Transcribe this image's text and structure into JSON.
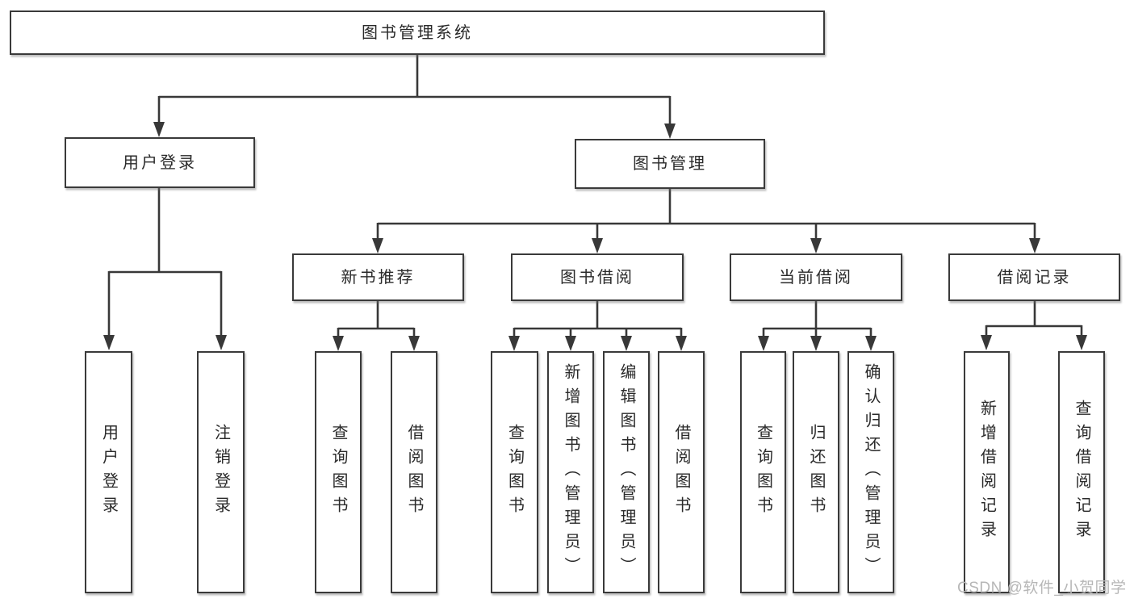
{
  "diagram_title": "图书管理系统",
  "tree": {
    "label": "图书管理系统",
    "children": [
      {
        "label": "用户登录",
        "children": [
          {
            "label": "用户登录"
          },
          {
            "label": "注销登录"
          }
        ]
      },
      {
        "label": "图书管理",
        "children": [
          {
            "label": "新书推荐",
            "children": [
              {
                "label": "查询图书"
              },
              {
                "label": "借阅图书"
              }
            ]
          },
          {
            "label": "图书借阅",
            "children": [
              {
                "label": "查询图书"
              },
              {
                "label": "新增图书（管理员）"
              },
              {
                "label": "编辑图书（管理员）"
              },
              {
                "label": "借阅图书"
              }
            ]
          },
          {
            "label": "当前借阅",
            "children": [
              {
                "label": "查询图书"
              },
              {
                "label": "归还图书"
              },
              {
                "label": "确认归还（管理员）"
              }
            ]
          },
          {
            "label": "借阅记录",
            "children": [
              {
                "label": "新增借阅记录"
              },
              {
                "label": "查询借阅记录"
              }
            ]
          }
        ]
      }
    ]
  },
  "watermark": "CSDN @软件_小贺同学",
  "colors": {
    "line": "#383838",
    "box_border": "#3a3a3a",
    "text": "#2a2a2a",
    "watermark": "#b7b7b7",
    "background": "#ffffff"
  }
}
